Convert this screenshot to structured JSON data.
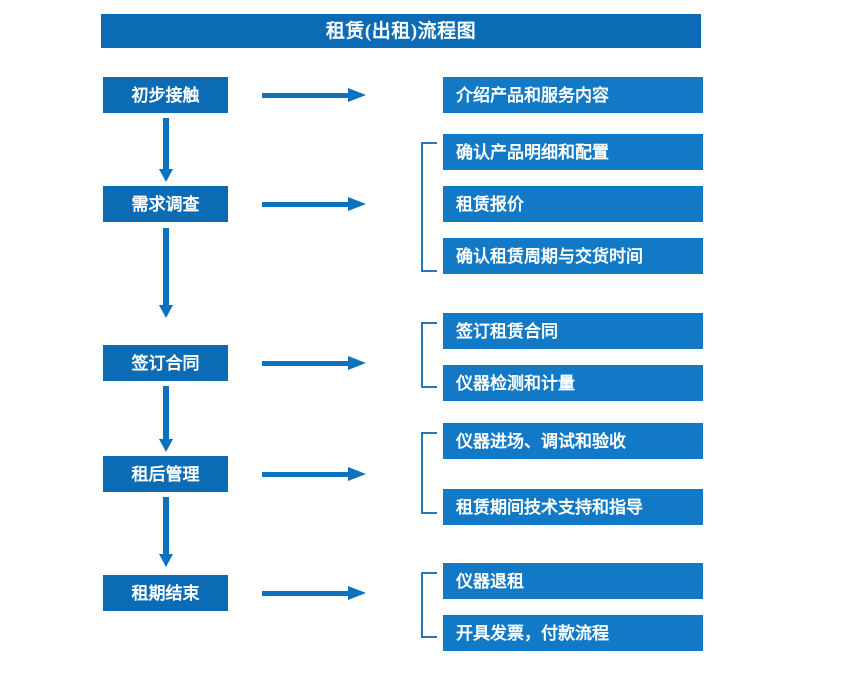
{
  "diagram": {
    "title": "租赁(出租)流程图",
    "colors": {
      "title_bar": "#0B6BB5",
      "stage_box": "#0B6BB5",
      "detail_box": "#1179C6",
      "arrow": "#0B72C0",
      "bracket": "#2E75B6",
      "text": "#FFFFFF",
      "background": "#FFFFFF"
    },
    "stages": [
      {
        "label": "初步接触",
        "details": [
          "介绍产品和服务内容"
        ],
        "has_bracket": false
      },
      {
        "label": "需求调查",
        "details": [
          "确认产品明细和配置",
          "租赁报价",
          "确认租赁周期与交货时间"
        ],
        "has_bracket": true
      },
      {
        "label": "签订合同",
        "details": [
          "签订租赁合同",
          "仪器检测和计量"
        ],
        "has_bracket": true
      },
      {
        "label": "租后管理",
        "details": [
          "仪器进场、调试和验收",
          "租赁期间技术支持和指导"
        ],
        "has_bracket": true
      },
      {
        "label": "租期结束",
        "details": [
          "仪器退租",
          "开具发票，付款流程"
        ],
        "has_bracket": true
      }
    ],
    "flow_connectors": [
      "初步接触 → 需求调查",
      "需求调查 → 签订合同",
      "签订合同 → 租后管理",
      "租后管理 → 租期结束"
    ]
  }
}
